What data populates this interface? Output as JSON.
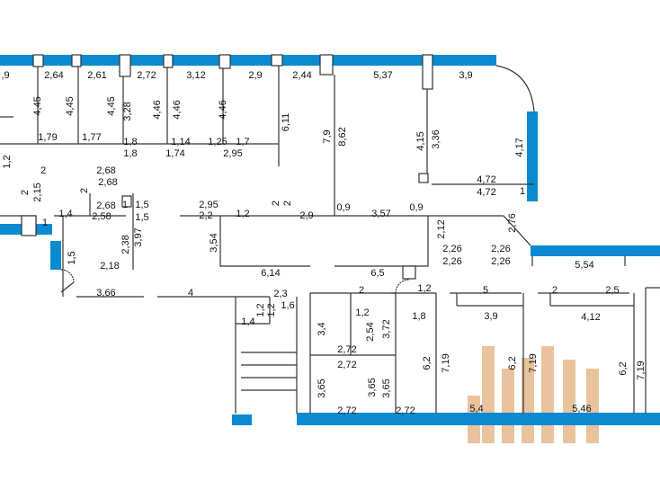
{
  "plan": {
    "colors": {
      "wall": "#333333",
      "window": "#0a8ad0",
      "watermark": "#e6b98c",
      "background": "#ffffff"
    },
    "labels": [
      {
        "id": "l1",
        "text": ",9"
      },
      {
        "id": "l2",
        "text": "2,64"
      },
      {
        "id": "l3",
        "text": "2,61"
      },
      {
        "id": "l4",
        "text": "2,72"
      },
      {
        "id": "l5",
        "text": "3,12"
      },
      {
        "id": "l6",
        "text": "2,9"
      },
      {
        "id": "l7",
        "text": "2,44"
      },
      {
        "id": "l8",
        "text": "5,37"
      },
      {
        "id": "l9",
        "text": "3,9"
      },
      {
        "id": "l10",
        "text": "4,45"
      },
      {
        "id": "l11",
        "text": "4,45"
      },
      {
        "id": "l12",
        "text": "4,45"
      },
      {
        "id": "l13",
        "text": "3,28"
      },
      {
        "id": "l14",
        "text": "4,46"
      },
      {
        "id": "l15",
        "text": "4,46"
      },
      {
        "id": "l16",
        "text": "4,46"
      },
      {
        "id": "l17",
        "text": "6,11"
      },
      {
        "id": "l18",
        "text": "7,9"
      },
      {
        "id": "l19",
        "text": "8,62"
      },
      {
        "id": "l20",
        "text": "4,15"
      },
      {
        "id": "l21",
        "text": "3,36"
      },
      {
        "id": "l22",
        "text": "4,17"
      },
      {
        "id": "l23",
        "text": "1,79"
      },
      {
        "id": "l24",
        "text": "1,77"
      },
      {
        "id": "l25",
        "text": "1,8"
      },
      {
        "id": "l26",
        "text": "1,8"
      },
      {
        "id": "l27",
        "text": "1,14"
      },
      {
        "id": "l28",
        "text": "1,74"
      },
      {
        "id": "l29",
        "text": "1,25"
      },
      {
        "id": "l30",
        "text": "1,7"
      },
      {
        "id": "l31",
        "text": "2,95"
      },
      {
        "id": "l32",
        "text": "1,2"
      },
      {
        "id": "l33",
        "text": "2"
      },
      {
        "id": "l34",
        "text": "2,68"
      },
      {
        "id": "l35",
        "text": "2,68"
      },
      {
        "id": "l36",
        "text": "4,72"
      },
      {
        "id": "l37",
        "text": "4,72"
      },
      {
        "id": "l38",
        "text": "1"
      },
      {
        "id": "l39",
        "text": "2,15"
      },
      {
        "id": "l40",
        "text": "2"
      },
      {
        "id": "l41",
        "text": "2"
      },
      {
        "id": "l42",
        "text": "2,68"
      },
      {
        "id": "l43",
        "text": "1"
      },
      {
        "id": "l44",
        "text": "1,5"
      },
      {
        "id": "l45",
        "text": "2,95"
      },
      {
        "id": "l46",
        "text": "2"
      },
      {
        "id": "l47",
        "text": "2"
      },
      {
        "id": "l48",
        "text": "0,9"
      },
      {
        "id": "l49",
        "text": "3,57"
      },
      {
        "id": "l50",
        "text": "0,9"
      },
      {
        "id": "l51",
        "text": "1,4"
      },
      {
        "id": "l52",
        "text": "1"
      },
      {
        "id": "l53",
        "text": "2,58"
      },
      {
        "id": "l54",
        "text": "1,5"
      },
      {
        "id": "l55",
        "text": "2,2"
      },
      {
        "id": "l56",
        "text": "1,2"
      },
      {
        "id": "l57",
        "text": "2,9"
      },
      {
        "id": "l58",
        "text": "2,12"
      },
      {
        "id": "l59",
        "text": "2,76"
      },
      {
        "id": "l60",
        "text": "3,97"
      },
      {
        "id": "l61",
        "text": "2,38"
      },
      {
        "id": "l62",
        "text": "3,54"
      },
      {
        "id": "l63",
        "text": "2,26"
      },
      {
        "id": "l64",
        "text": "2,26"
      },
      {
        "id": "l65",
        "text": "2,26"
      },
      {
        "id": "l66",
        "text": "2,26"
      },
      {
        "id": "l67",
        "text": "2,18"
      },
      {
        "id": "l68",
        "text": "1,5"
      },
      {
        "id": "l69",
        "text": "6,14"
      },
      {
        "id": "l70",
        "text": "6,5"
      },
      {
        "id": "l71",
        "text": "5,54"
      },
      {
        "id": "l72",
        "text": "3,66"
      },
      {
        "id": "l73",
        "text": "4"
      },
      {
        "id": "l74",
        "text": "2,3"
      },
      {
        "id": "l75",
        "text": "2"
      },
      {
        "id": "l76",
        "text": "1,2"
      },
      {
        "id": "l77",
        "text": "5"
      },
      {
        "id": "l78",
        "text": "2"
      },
      {
        "id": "l79",
        "text": "2,5"
      },
      {
        "id": "l80",
        "text": "1,2"
      },
      {
        "id": "l81",
        "text": "1,2"
      },
      {
        "id": "l82",
        "text": "1,6"
      },
      {
        "id": "l83",
        "text": "1,4"
      },
      {
        "id": "l84",
        "text": "1,2"
      },
      {
        "id": "l85",
        "text": "1,8"
      },
      {
        "id": "l86",
        "text": "3,9"
      },
      {
        "id": "l87",
        "text": "4,12"
      },
      {
        "id": "l88",
        "text": "3,4"
      },
      {
        "id": "l89",
        "text": "2,54"
      },
      {
        "id": "l90",
        "text": "3,72"
      },
      {
        "id": "l91",
        "text": "2,72"
      },
      {
        "id": "l92",
        "text": "2,72"
      },
      {
        "id": "l93",
        "text": "6,2"
      },
      {
        "id": "l94",
        "text": "7,19"
      },
      {
        "id": "l95",
        "text": "6,2"
      },
      {
        "id": "l96",
        "text": "7,19"
      },
      {
        "id": "l97",
        "text": "6,2"
      },
      {
        "id": "l98",
        "text": "7,19"
      },
      {
        "id": "l99",
        "text": "3,65"
      },
      {
        "id": "l100",
        "text": "3,65"
      },
      {
        "id": "l101",
        "text": "3,65"
      },
      {
        "id": "l102",
        "text": "2,72"
      },
      {
        "id": "l103",
        "text": "2,72"
      },
      {
        "id": "l104",
        "text": "5,4"
      },
      {
        "id": "l105",
        "text": "5,46"
      }
    ]
  }
}
